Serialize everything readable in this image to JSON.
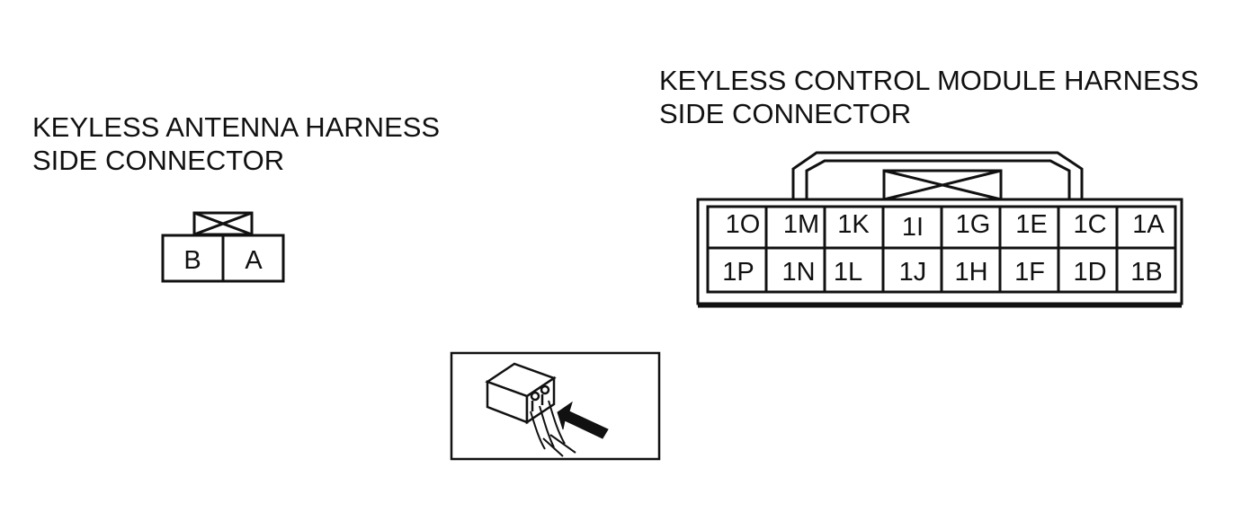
{
  "antenna_connector": {
    "title_line1": "KEYLESS ANTENNA HARNESS",
    "title_line2": "SIDE CONNECTOR",
    "pins": [
      "B",
      "A"
    ]
  },
  "module_connector": {
    "title_line1": "KEYLESS CONTROL MODULE HARNESS",
    "title_line2": "SIDE CONNECTOR",
    "top_row": [
      "1O",
      "1M",
      "1K",
      "1I",
      "1G",
      "1E",
      "1C",
      "1A"
    ],
    "bottom_row": [
      "1P",
      "1N",
      "1L",
      "1J",
      "1H",
      "1F",
      "1D",
      "1B"
    ]
  },
  "inset": {
    "icon": "connector-probe-icon"
  },
  "colors": {
    "line": "#111111",
    "background": "#ffffff"
  }
}
